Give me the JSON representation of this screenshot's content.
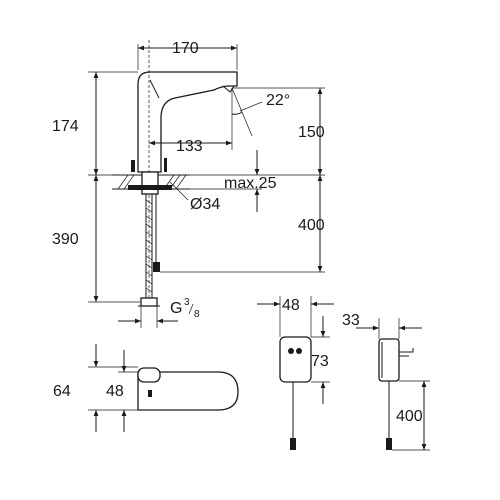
{
  "dimensions": {
    "width_top": "170",
    "height_left_top": "174",
    "spout_angle": "22°",
    "spout_height": "150",
    "spout_reach": "133",
    "max_deck": "max.25",
    "hole_diameter": "Ø34",
    "hose_length": "400",
    "shank_length": "390",
    "thread": "G",
    "thread_num": "3",
    "thread_den": "8",
    "top_view_depth": "64",
    "top_view_width": "48",
    "box_width": "48",
    "box_height": "73",
    "adapter_width": "33",
    "adapter_cable": "400"
  },
  "colors": {
    "line": "#1a1a1a",
    "background": "#ffffff"
  }
}
